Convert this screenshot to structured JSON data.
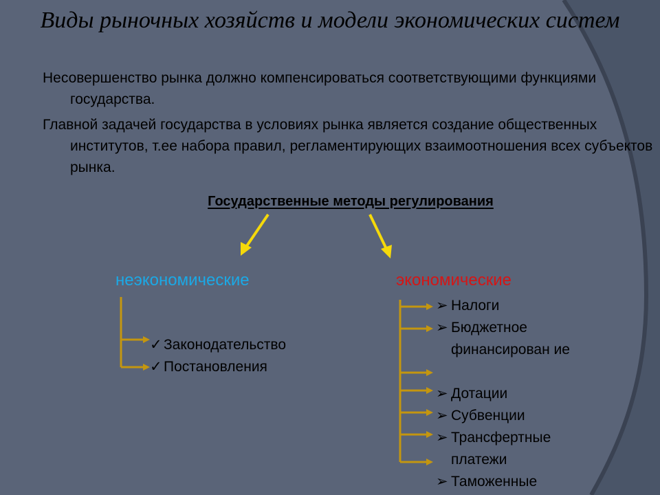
{
  "title": "Виды рыночных хозяйств и модели экономических систем",
  "paragraphs": [
    "Несовершенство рынка должно компенсироваться соответствующими функциями государства.",
    "Главной задачей государства в условиях рынка является создание общественных институтов, т.ее набора правил, регламентирующих взаимоотношения всех субъектов рынка."
  ],
  "methods_heading": "Государственные методы регулирования",
  "non_economic": {
    "label": "неэкономические",
    "items": [
      "Законодательство",
      "Постановления"
    ]
  },
  "economic": {
    "label": "экономические",
    "items": [
      "Налоги",
      "Бюджетное финансирован ие",
      "Дотации",
      "Субвенции",
      "Трансфертные платежи",
      "Таможенные"
    ]
  },
  "icons": {
    "check": "check-icon",
    "arrow": "arrow-right-icon"
  },
  "colors": {
    "non_economic": "#1ba9e6",
    "economic": "#d41616",
    "connector": "#c4960f",
    "arrow": "#f5d90a"
  }
}
